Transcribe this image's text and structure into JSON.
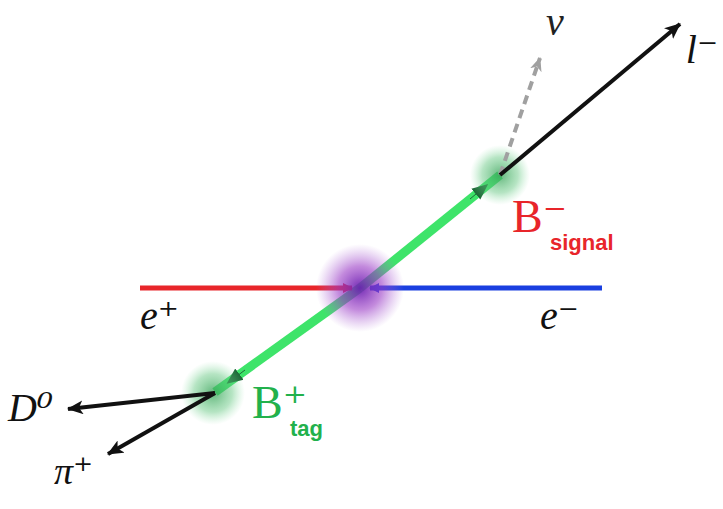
{
  "diagram": {
    "labels": [
      "ν",
      "l⁻",
      "B⁻",
      "signal",
      "e⁺",
      "e⁻",
      "B⁺",
      "tag",
      "D⁰",
      "π⁺"
    ]
  }
}
